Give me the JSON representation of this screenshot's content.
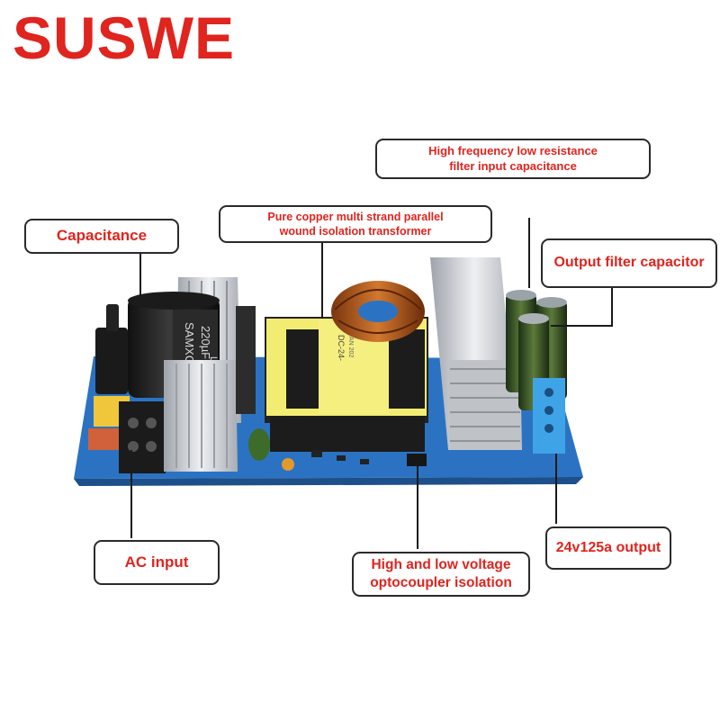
{
  "brand": "SUSWE",
  "labels": {
    "high_freq": [
      "High frequency low resistance",
      "filter input capacitance"
    ],
    "transformer": [
      "Pure copper multi strand parallel",
      "wound isolation transformer"
    ],
    "capacitance": [
      "Capacitance"
    ],
    "output_filter": [
      "Output filter capacitor"
    ],
    "ac_input": [
      "AC input"
    ],
    "optocoupler": [
      "High and low voltage",
      "optocoupler isolation"
    ],
    "output": [
      "24v125a output"
    ]
  },
  "component_markings": {
    "big_cap": [
      "SAMXON",
      "220µF",
      "LP"
    ],
    "transformer": [
      "DC-24-",
      "AN 202"
    ]
  },
  "colors": {
    "brand": "#e0241e",
    "label_text": "#e0241e",
    "label_border": "#2a2a2a",
    "pcb": "#2b73c2",
    "transformer": "#f2ec72",
    "heatsink": "#d4d6da"
  }
}
